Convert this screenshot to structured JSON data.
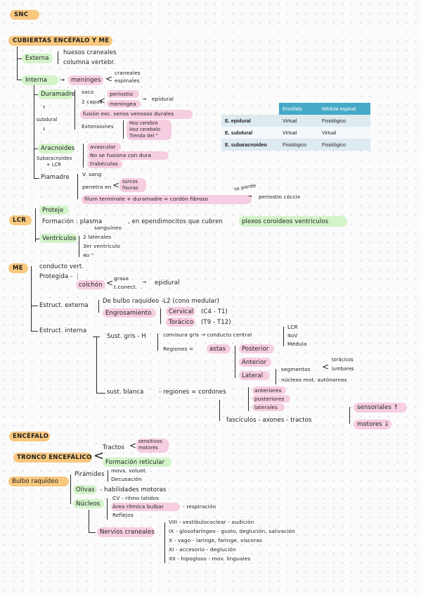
{
  "snc": {
    "title": "SNC"
  },
  "cubiertas": {
    "title": "CUBIERTAS ENCÉFALO Y ME",
    "externa": {
      "label": "Externa",
      "items": [
        "huesos craneales",
        "columna vertebr."
      ]
    },
    "interna": {
      "label": "Interna",
      "arrow": "→",
      "meninges": "meninges",
      "types": [
        "craneales",
        "espinales"
      ]
    },
    "duramadre": {
      "label": "Duramadre",
      "subdural": "subdural",
      "saco": "saco",
      "capas": "2 capas",
      "periostio": "periostio",
      "meningea": "meníngea",
      "epidural": "epidural",
      "fusion": "fusión exc. senos venosos durales",
      "extensiones": "Extensiones",
      "ext_items": [
        "Hoz cerebro",
        "Hoz cerebelo",
        "Tienda del \""
      ]
    },
    "aracnoides": {
      "label": "Aracnoides",
      "subaracnoideo": [
        "Subaracnoideo",
        "+ LCR"
      ],
      "items": [
        "avascular",
        "No se fusiona con dura",
        "trabéculas"
      ]
    },
    "piamadre": {
      "label": "Piamadre",
      "items": [
        "V. sang",
        "penetra en",
        "filum terminale + duramadre = cordón fibroso"
      ],
      "surcos": [
        "surcos",
        "fisuras"
      ],
      "se_pierde": "se pierde",
      "periostio_coccix": "periostio cóccix"
    }
  },
  "table": {
    "headers": [
      "",
      "Encéfalo",
      "Médula espinal"
    ],
    "rows": [
      [
        "E. epidural",
        "Virtual",
        "Fisiológico"
      ],
      [
        "E. subdural",
        "Virtual",
        "Virtual"
      ],
      [
        "E. subaracnoideo",
        "Fisiológico",
        "Fisiológico"
      ]
    ]
  },
  "lcr": {
    "title": "LCR",
    "proteje": "Proteje",
    "formacion_a": "Formación : plasma",
    "sanguineo": "sanguíneo",
    "formacion_b": ", en ependimocitos que cubren",
    "plexos": "plexos coroideos ventriculos",
    "ventriculos": "Ventrículos",
    "vent_items": [
      "2 laterales",
      "3er ventrículo",
      "4o  \""
    ]
  },
  "me": {
    "title": "ME",
    "conducto": "conducto vert.",
    "protegida": "Protegida",
    "colchon": "colchón",
    "colchon_items": [
      "grasa",
      "t.conect."
    ],
    "epidural": "epidural",
    "estruct_ext": "Estruct. externa",
    "bulbo": "De bulbo raquídeo -L2 (cono medular)",
    "engrosamiento": "Engrosamiento",
    "cervical": "Cervical",
    "cervical_val": "(C4 - T1)",
    "toracico": "Torácico",
    "toracico_val": "(T9 - T12)",
    "estruct_int": "Estruct. interna",
    "sust_gris": "Sust. gris - H",
    "comisura": "comisura gris → conducto central",
    "lcr_items": [
      "LCR",
      "4oV",
      "Médula"
    ],
    "regiones": "Regiones =",
    "astas": "astas",
    "posterior": "Posterior",
    "anterior": "Anterior",
    "lateral": "Lateral",
    "segmentos": "segmentos",
    "seg_items": [
      "torácicos",
      "lumbares"
    ],
    "nucleos": "núcleos mot. autónomos",
    "sust_blanca": "sust. blanca",
    "regiones2": "- regiones = cordones",
    "cordones": [
      "anteriores",
      "posteriores",
      "laterales"
    ],
    "fasciculos": "fascículos - axones - tractos",
    "tractos": [
      "sensoriales ↑",
      "motores ↓"
    ]
  },
  "encefalo": {
    "title": "ENCÉFALO",
    "tronco": "TRONCO ENCEFÁLICO",
    "tractos": "Tractos",
    "tractos_items": [
      "sensitivos",
      "motores"
    ],
    "formacion": "Formación reticular",
    "bulbo": "Bulbo raquídeo",
    "piramides": "Pirámides",
    "pir_items": [
      "movs. volunt.",
      "Decusación"
    ],
    "olivas": "Olivas",
    "olivas_desc": "- habilidades motoras",
    "nucleos": "Núcleos",
    "nuc_items": [
      "CV - ritmo latidos",
      "Área rítmica bulbar",
      "Reflejos"
    ],
    "respiracion": "- respiración",
    "nervios": "Nervios craneales",
    "nervios_items": [
      "VIII - vestibulococlear - audición",
      "IX - glosofaríngeo - gusto, deglución, salivación",
      "X - vago - laringe, faringe, vísceras",
      "XI - accesorio - deglución",
      "XII - hipogloso - mov. linguales"
    ]
  }
}
